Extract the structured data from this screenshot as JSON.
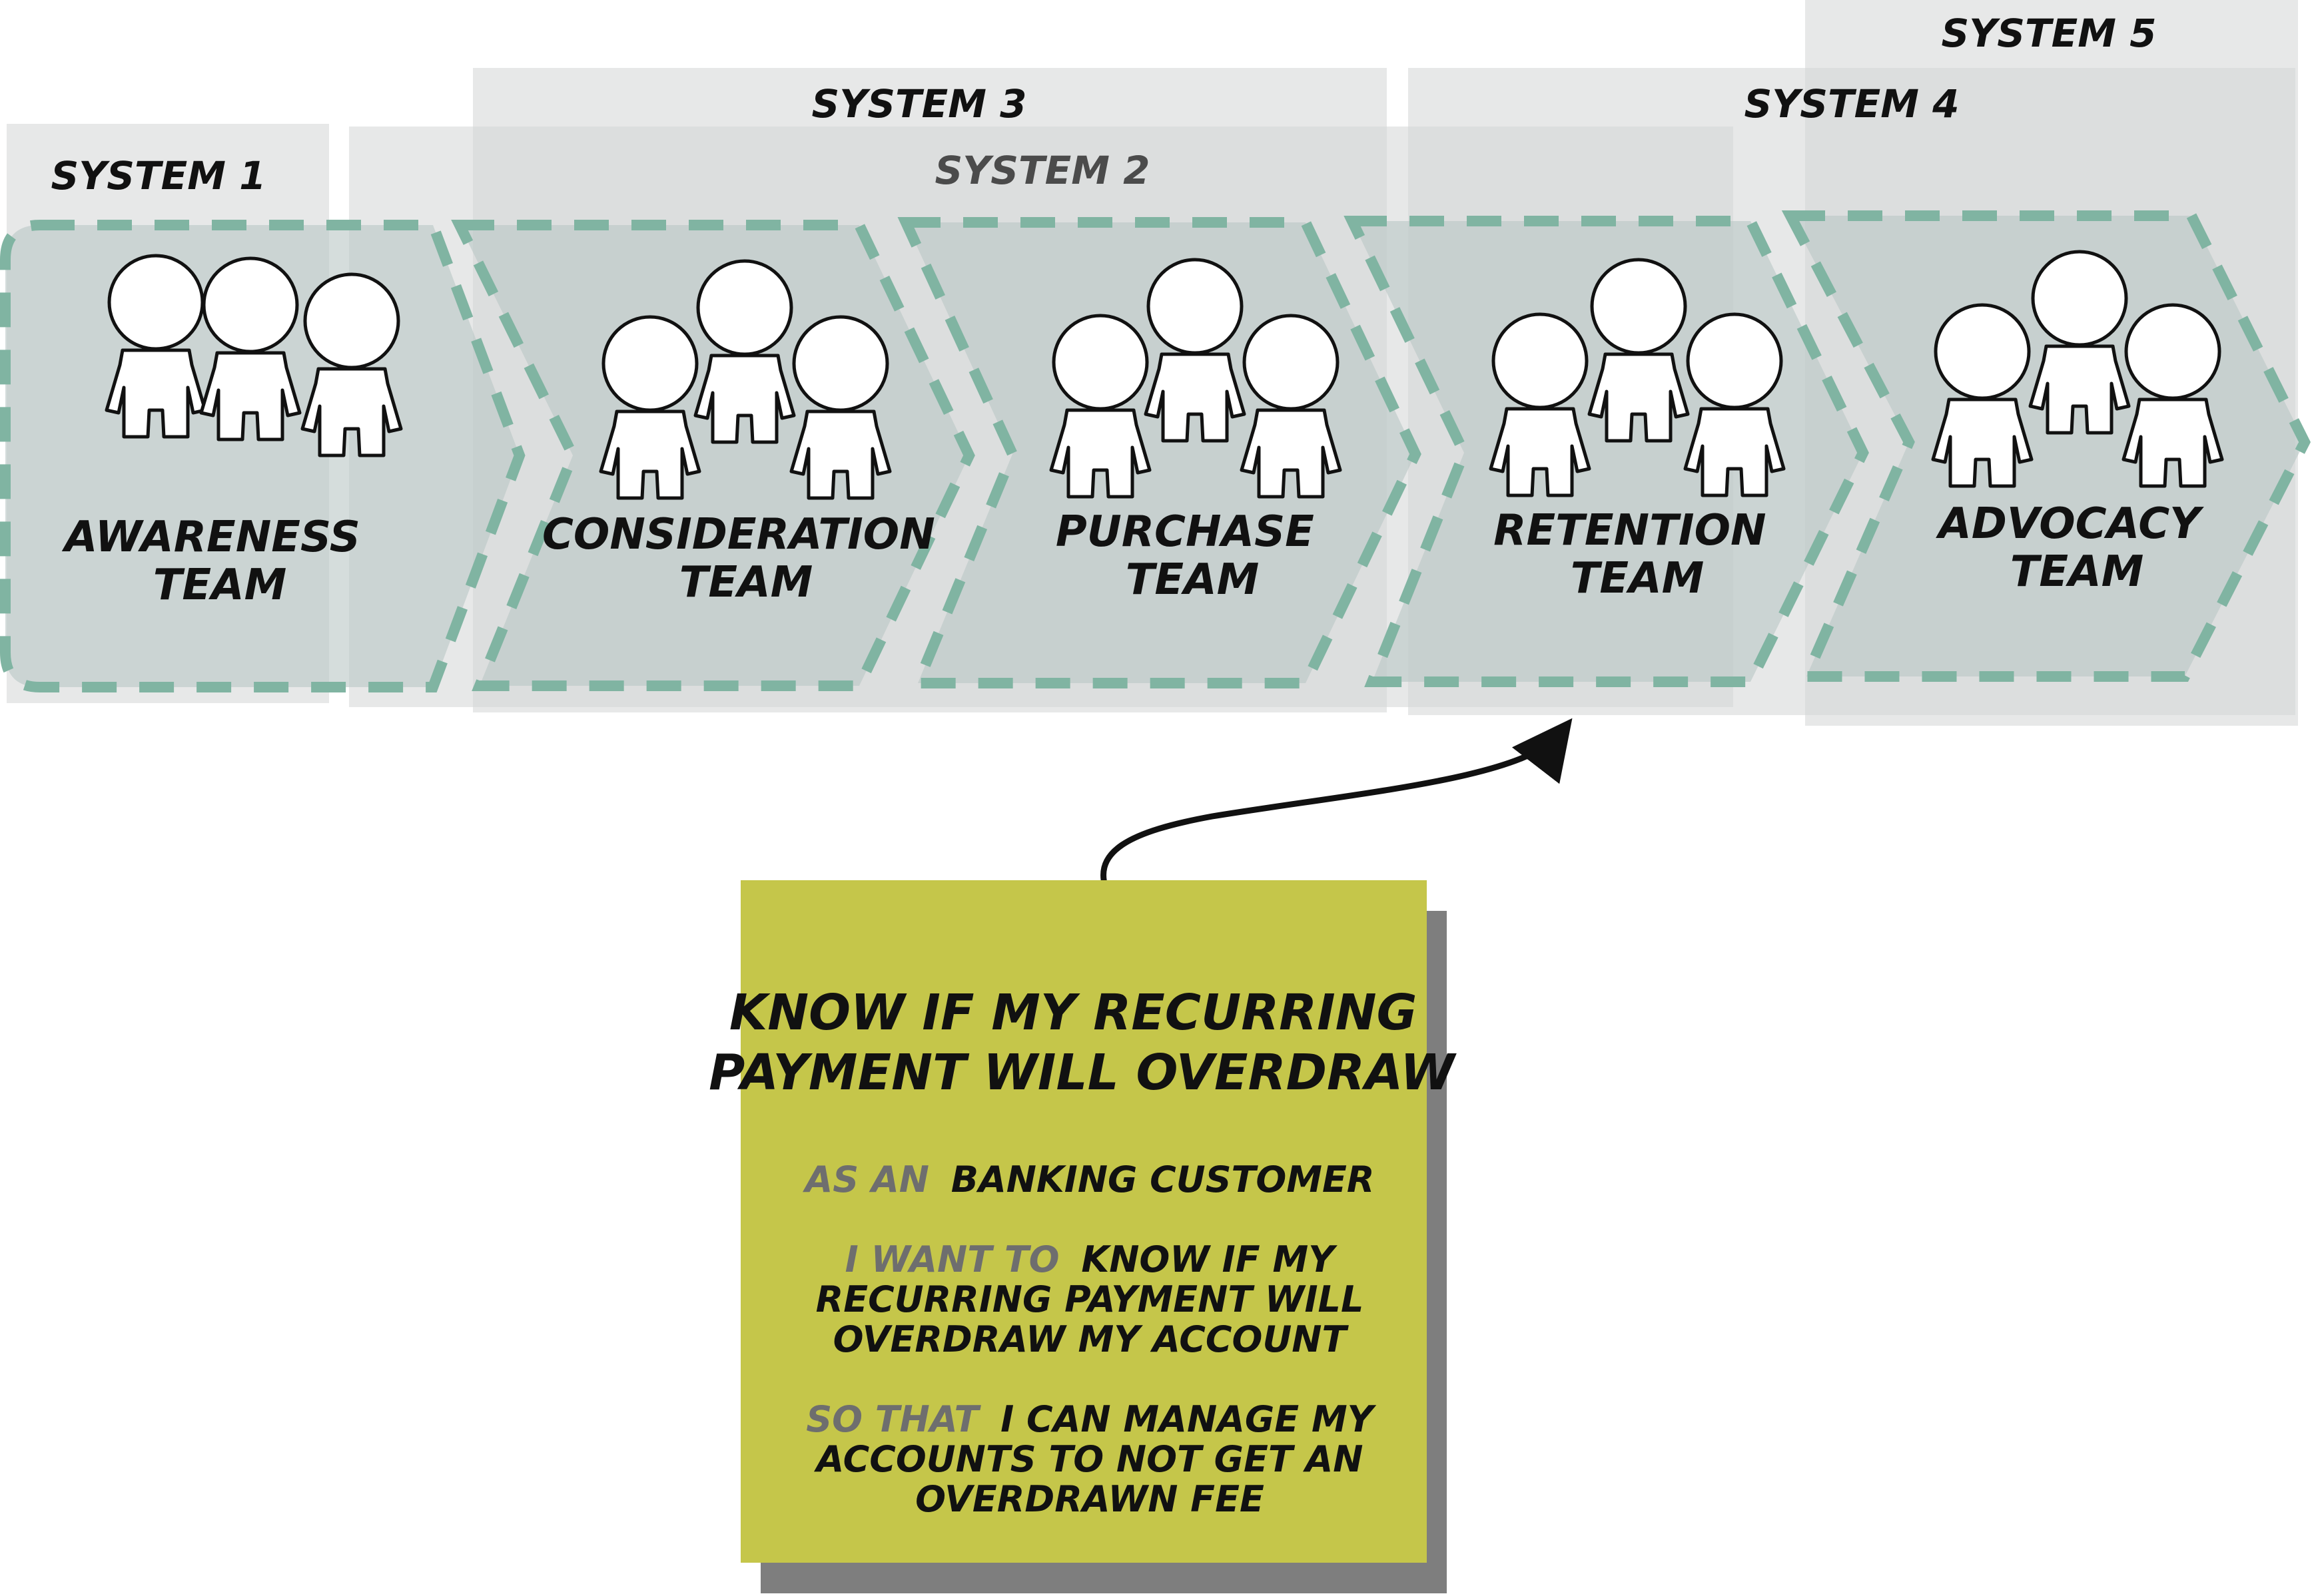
{
  "systems": [
    {
      "id": "system-1",
      "label": "SYSTEM 1"
    },
    {
      "id": "system-2",
      "label": "SYSTEM 2"
    },
    {
      "id": "system-3",
      "label": "SYSTEM 3"
    },
    {
      "id": "system-4",
      "label": "SYSTEM 4"
    },
    {
      "id": "system-5",
      "label": "SYSTEM 5"
    }
  ],
  "teams": [
    {
      "id": "awareness",
      "line1": "AWARENESS",
      "line2": "TEAM"
    },
    {
      "id": "consideration",
      "line1": "CONSIDERATION",
      "line2": "TEAM"
    },
    {
      "id": "purchase",
      "line1": "PURCHASE",
      "line2": "TEAM"
    },
    {
      "id": "retention",
      "line1": "RETENTION",
      "line2": "TEAM"
    },
    {
      "id": "advocacy",
      "line1": "ADVOCACY",
      "line2": "TEAM"
    }
  ],
  "story": {
    "title_line1": "KNOW IF MY RECURRING",
    "title_line2": "PAYMENT WILL OVERDRAW",
    "as_key": "AS AN",
    "as_value": "BANKING CUSTOMER",
    "want_key": "I WANT TO",
    "want_value_1": "KNOW IF MY",
    "want_value_2": "RECURRING PAYMENT WILL",
    "want_value_3": "OVERDRAW MY ACCOUNT",
    "so_key": "SO THAT",
    "so_value_1": "I CAN MANAGE MY",
    "so_value_2": "ACCOUNTS TO NOT GET AN",
    "so_value_3": "OVERDRAWN FEE"
  },
  "colors": {
    "system_fill": "#d3d6d6",
    "chevron_fill": "#b9c6c4",
    "dash_stroke": "#80b4a2",
    "note_fill": "#c5c64a",
    "note_shadow": "#7e7e7e",
    "person_fill": "#ffffff",
    "person_stroke": "#111111",
    "text": "#111111",
    "key_text": "#6e6e6e"
  }
}
